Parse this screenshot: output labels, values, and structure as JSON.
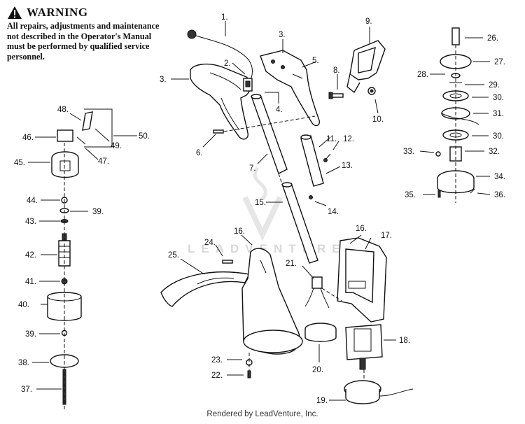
{
  "warning": {
    "title": "WARNING",
    "body": "All repairs, adjustments and maintenance not described in the Operator's Manual must be performed by qualified service personnel."
  },
  "watermark": "LEADVENTURE",
  "footer": "Rendered by LeadVenture, Inc.",
  "callouts": {
    "c1": "1.",
    "c2": "2.",
    "c3a": "3.",
    "c3b": "3.",
    "c4": "4.",
    "c5": "5.",
    "c6": "6.",
    "c7": "7.",
    "c8": "8.",
    "c9": "9.",
    "c10": "10.",
    "c11": "11.",
    "c12": "12.",
    "c13": "13.",
    "c14": "14.",
    "c15": "15.",
    "c16a": "16.",
    "c16b": "16.",
    "c17": "17.",
    "c18": "18.",
    "c19": "19.",
    "c20": "20.",
    "c21": "21.",
    "c22": "22.",
    "c23": "23.",
    "c24": "24.",
    "c25": "25.",
    "c26": "26.",
    "c27": "27.",
    "c28": "28.",
    "c29": "29.",
    "c30a": "30.",
    "c30b": "30.",
    "c31": "31.",
    "c32": "32.",
    "c33": "33.",
    "c34": "34.",
    "c35": "35.",
    "c36": "36.",
    "c37": "37.",
    "c38": "38.",
    "c39a": "39.",
    "c39b": "39.",
    "c40": "40.",
    "c41": "41.",
    "c42": "42.",
    "c43": "43.",
    "c44": "44.",
    "c45": "45.",
    "c46": "46.",
    "c47": "47.",
    "c48": "48.",
    "c49": "49.",
    "c50": "50."
  }
}
